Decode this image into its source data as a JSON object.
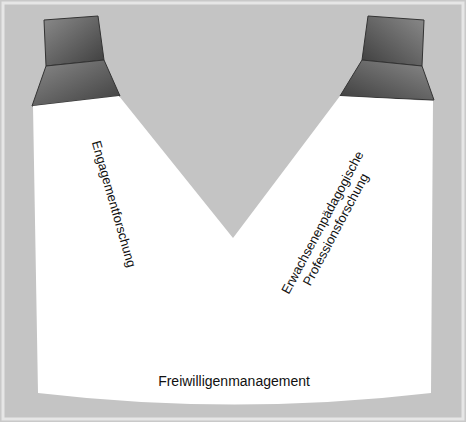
{
  "diagram": {
    "nodes": [
      {
        "text": [
          "Engagementforschung",
          "Erwachsenenpädagogische Professionsforschung",
          "Freiwilligenmanagement"
        ]
      }
    ]
  }
}
